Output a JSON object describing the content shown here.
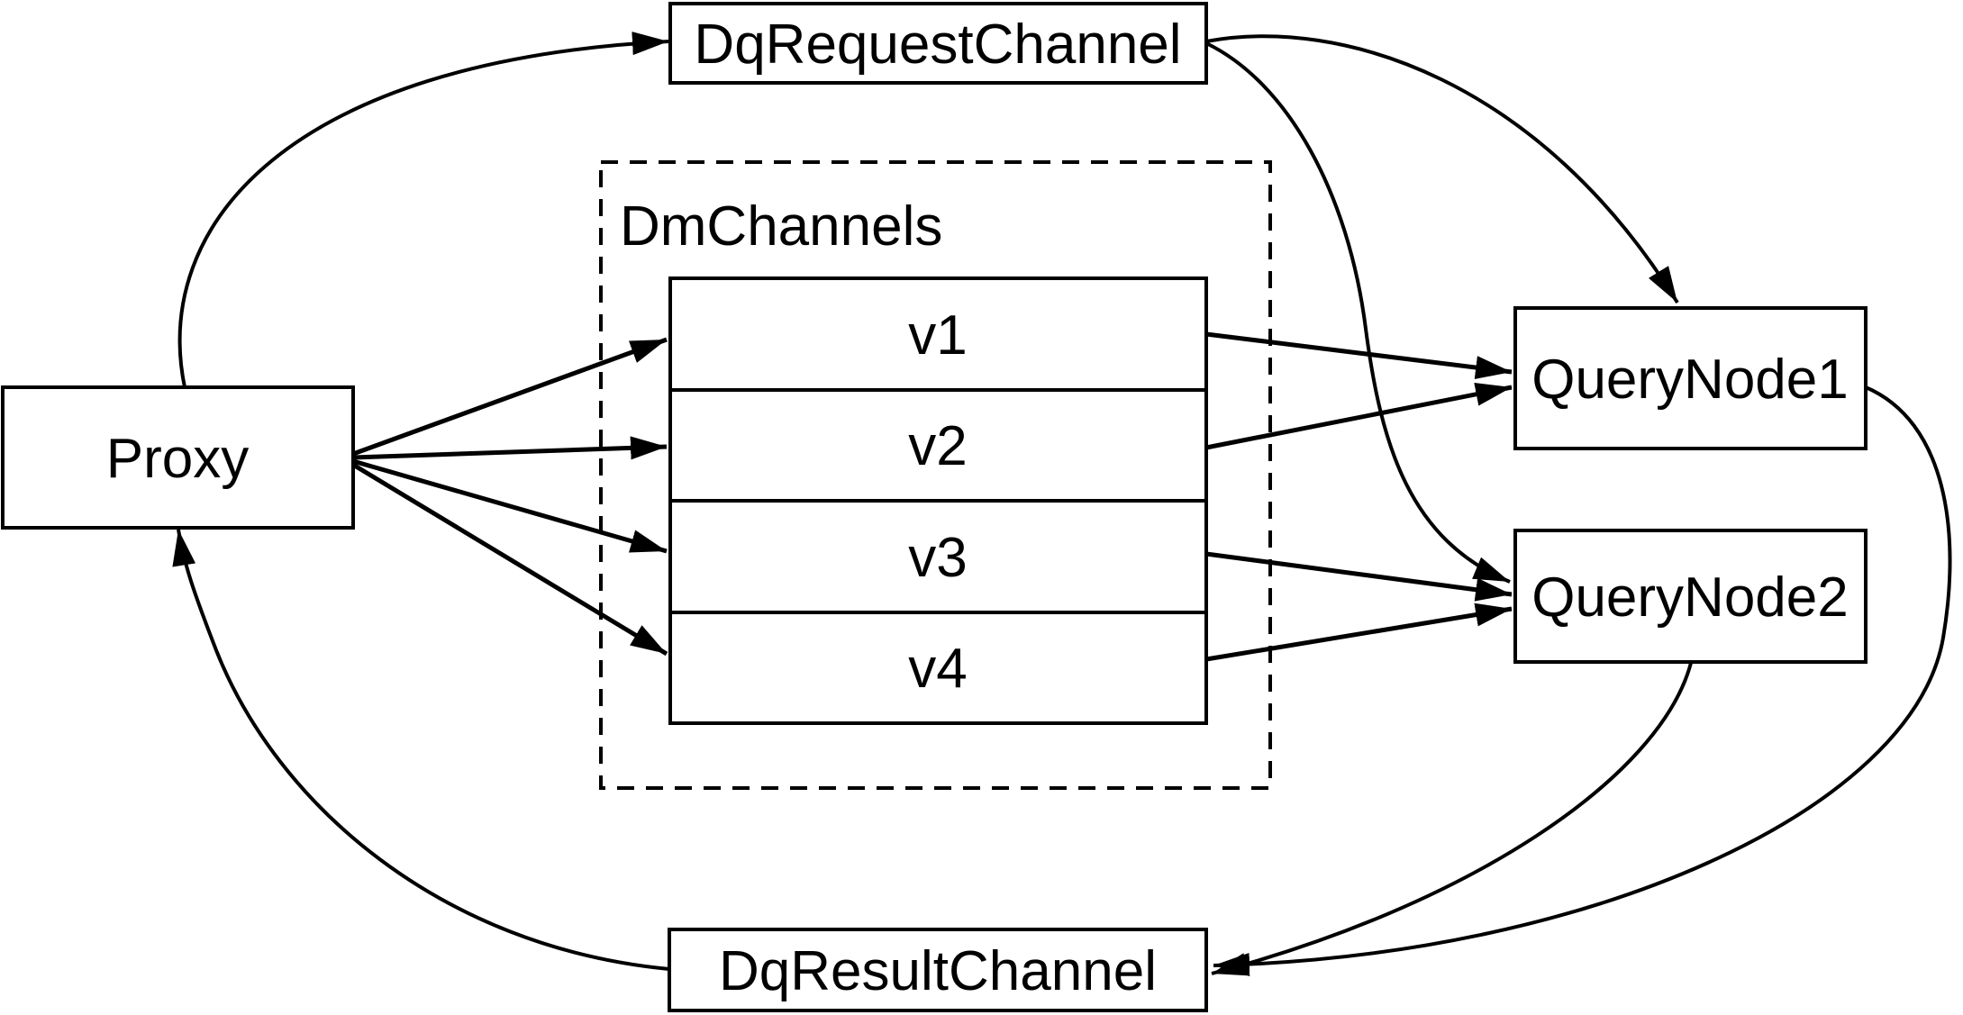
{
  "diagram": {
    "colors": {
      "background": "#ffffff",
      "line": "#000000",
      "node_fill": "#ffffff",
      "text": "#000000"
    },
    "nodes": {
      "proxy": {
        "label": "Proxy"
      },
      "dq_request_channel": {
        "label": "DqRequestChannel"
      },
      "dm_channels_group": {
        "label": "DmChannels"
      },
      "dm_channel_rows": [
        "v1",
        "v2",
        "v3",
        "v4"
      ],
      "query_node_1": {
        "label": "QueryNode1"
      },
      "query_node_2": {
        "label": "QueryNode2"
      },
      "dq_result_channel": {
        "label": "DqResultChannel"
      }
    },
    "edges": [
      {
        "from": "Proxy",
        "to": "DqRequestChannel"
      },
      {
        "from": "Proxy",
        "to": "v1"
      },
      {
        "from": "Proxy",
        "to": "v2"
      },
      {
        "from": "Proxy",
        "to": "v3"
      },
      {
        "from": "Proxy",
        "to": "v4"
      },
      {
        "from": "DqRequestChannel",
        "to": "QueryNode1"
      },
      {
        "from": "DqRequestChannel",
        "to": "QueryNode2"
      },
      {
        "from": "v1",
        "to": "QueryNode1"
      },
      {
        "from": "v2",
        "to": "QueryNode1"
      },
      {
        "from": "v3",
        "to": "QueryNode2"
      },
      {
        "from": "v4",
        "to": "QueryNode2"
      },
      {
        "from": "QueryNode1",
        "to": "DqResultChannel"
      },
      {
        "from": "QueryNode2",
        "to": "DqResultChannel"
      },
      {
        "from": "DqResultChannel",
        "to": "Proxy"
      }
    ]
  }
}
